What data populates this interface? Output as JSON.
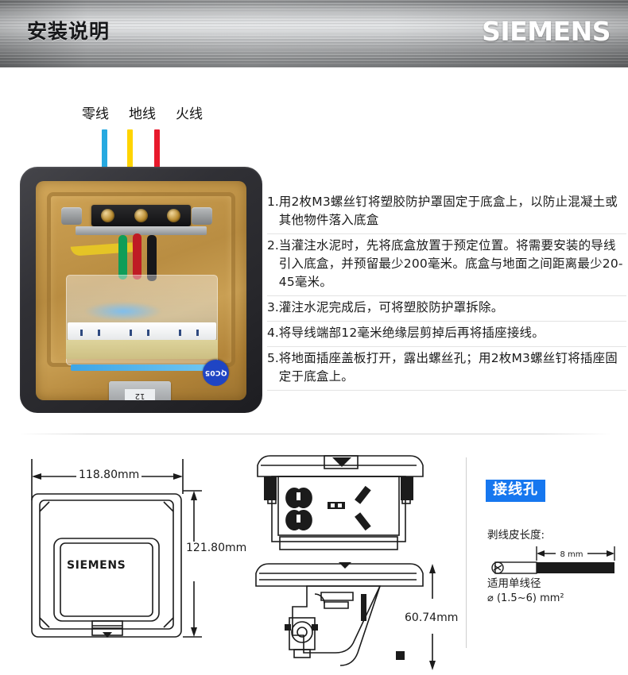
{
  "header": {
    "title": "安装说明",
    "brand": "SIEMENS",
    "brand_color": "#ffffff"
  },
  "photo": {
    "wire_labels": [
      {
        "text": "零线",
        "color": "#26a9e0",
        "meaning": "neutral"
      },
      {
        "text": "地线",
        "color": "#ffd400",
        "meaning": "ground"
      },
      {
        "text": "火线",
        "color": "#e8192c",
        "meaning": "live"
      }
    ],
    "qc_sticker": "QC05",
    "metal_tag": "12"
  },
  "steps": [
    {
      "num": "1.",
      "text": "用2枚M3螺丝钉将塑胶防护罩固定于底盒上，以防止混凝土或其他物件落入底盒"
    },
    {
      "num": "2.",
      "text": "当灌注水泥时，先将底盒放置于预定位置。将需要安装的导线引入底盒，并预留最少200毫米。底盒与地面之间距离最少20-45毫米。"
    },
    {
      "num": "3.",
      "text": "灌注水泥完成后，可将塑胶防护罩拆除。"
    },
    {
      "num": "4.",
      "text": "将导线端部12毫米绝缘层剪掉后再将插座接线。"
    },
    {
      "num": "5.",
      "text": "将地面插座盖板打开，露出螺丝孔；用2枚M3螺丝钉将插座固定于底盒上。"
    }
  ],
  "drawings": {
    "width_dim": "118.80mm",
    "height_dim": "121.80mm",
    "depth_dim": "60.74mm",
    "faceplate_brand": "SIEMENS"
  },
  "wiring_panel": {
    "badge": "接线孔",
    "badge_color": "#1677ef",
    "strip_label": "剥线皮长度:",
    "strip_length": "8 mm",
    "diameter_label": "适用单线径",
    "diameter_value": "⌀ (1.5~6) mm²"
  }
}
